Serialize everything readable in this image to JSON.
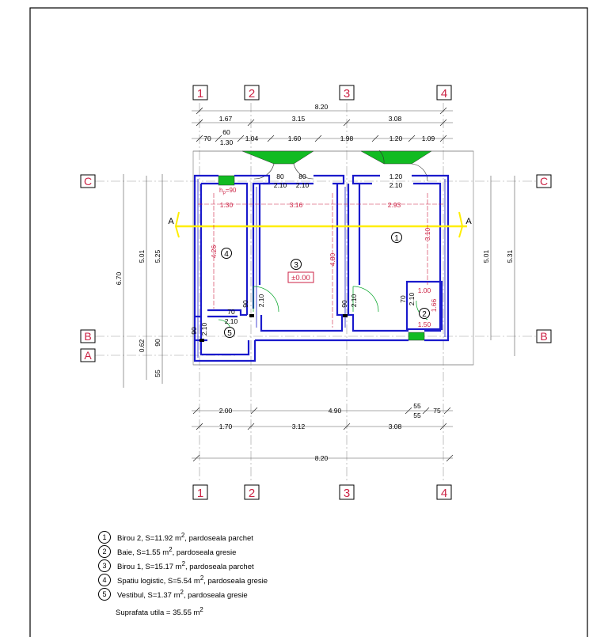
{
  "axes": {
    "columns": [
      "1",
      "2",
      "3",
      "4"
    ],
    "rows": [
      "C",
      "B",
      "A"
    ]
  },
  "dims": {
    "top_total": "8.20",
    "top_row1": [
      "1.67",
      "3.15",
      "3.08"
    ],
    "top_row2": [
      "70",
      "60",
      "1.30",
      "1.04",
      "1.60",
      "1.98",
      "1.20",
      "1.09"
    ],
    "windows": [
      "80",
      "80",
      "1.20"
    ],
    "win_heights": [
      "2.10",
      "2.10",
      "2.10"
    ],
    "interior": [
      "1.30",
      "3.16",
      "2.93"
    ],
    "hp": "h",
    "hp_sub": "p",
    "hp_val": "=90",
    "left_total": "6.70",
    "left_a": "5.01",
    "left_b": "5.25",
    "left_c": "0.62",
    "left_d": "90",
    "left_e": "55",
    "right_a": "5.01",
    "right_b": "5.31",
    "room4_h": "4.26",
    "room3_h": "4.80",
    "room1_h": "3.10",
    "bath_w": "1.00",
    "bath_h": "1.66",
    "bath_door": "1.50",
    "door_vals": [
      "90",
      "2.10",
      "90",
      "2.10",
      "70",
      "2.10",
      "70",
      "2.10",
      "90",
      "2.10"
    ],
    "bottom_row1": [
      "2.00",
      "4.90",
      "55",
      "55",
      "75"
    ],
    "bottom_row2": [
      "1.70",
      "3.12",
      "3.08"
    ],
    "bottom_total": "8.20",
    "level": "±0.00",
    "section": "A"
  },
  "rooms": [
    "1",
    "2",
    "3",
    "4",
    "5"
  ],
  "legend": [
    {
      "num": "1",
      "pre": "Birou 2, S=11.92 m",
      "sup": "2",
      "post": ", pardoseala parchet"
    },
    {
      "num": "2",
      "pre": "Baie, S=1.55 m",
      "sup": "2",
      "post": ", pardoseala gresie"
    },
    {
      "num": "3",
      "pre": "Birou 1, S=15.17 m",
      "sup": "2",
      "post": ", pardoseala parchet"
    },
    {
      "num": "4",
      "pre": "Spatiu logistic, S=5.54 m",
      "sup": "2",
      "post": ", pardoseala gresie"
    },
    {
      "num": "5",
      "pre": "Vestibul, S=1.37 m",
      "sup": "2",
      "post": ", pardoseala gresie"
    }
  ],
  "total": {
    "pre": "Suprafata utila = 35.55 m",
    "sup": "2"
  },
  "colors": {
    "wall": "#1a1acc",
    "dim": "#cc2244",
    "axis": "#cc2244",
    "section": "#ffee00",
    "window": "#11bb22"
  }
}
